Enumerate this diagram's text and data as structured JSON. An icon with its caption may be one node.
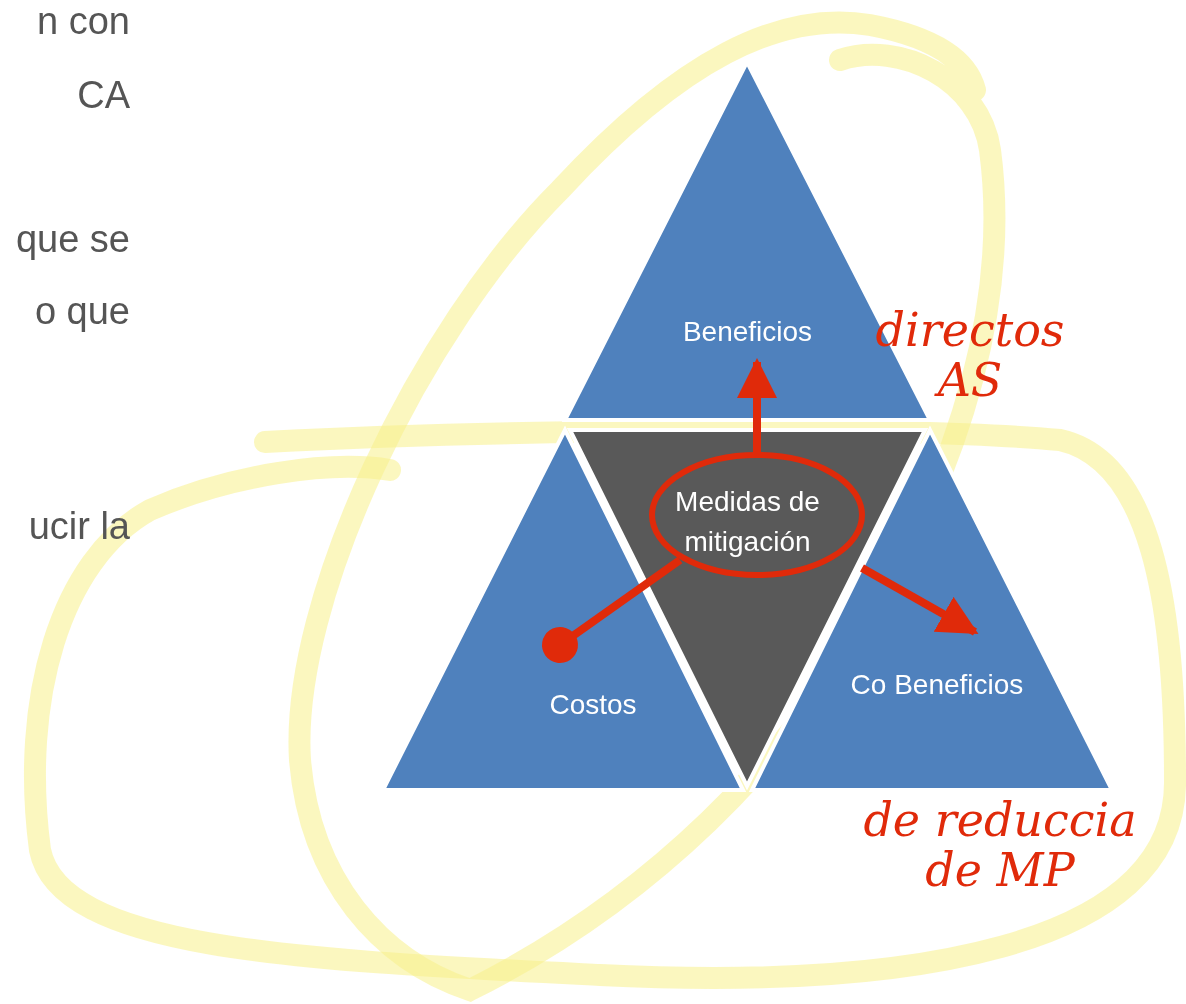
{
  "diagram": {
    "nodes": [
      {
        "text": [
          "Beneficios"
        ]
      },
      {
        "text": [
          "Medidas de mitigación"
        ]
      },
      {
        "text": [
          "Costos"
        ]
      },
      {
        "text": [
          "Co Beneficios"
        ]
      }
    ],
    "edges": [
      {
        "from": 1,
        "to": 0,
        "arrow": "to"
      },
      {
        "from": 1,
        "to": 2,
        "arrow": "other"
      },
      {
        "from": 1,
        "to": 3,
        "arrow": "to"
      }
    ],
    "labels": [
      "n con",
      "CA",
      "que se",
      "o que",
      "ucir la",
      "directos AS",
      "de reduccia de MP"
    ]
  }
}
